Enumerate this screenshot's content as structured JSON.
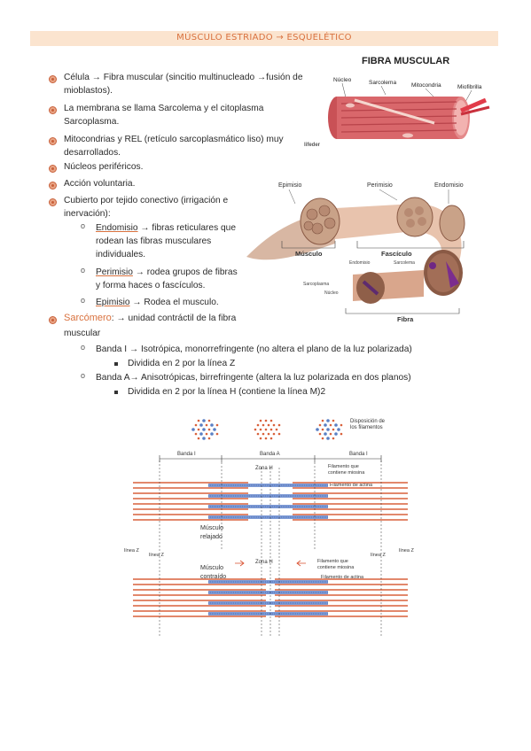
{
  "header": {
    "title": "MÚSCULO ESTRIADO → ESQUELÉTICO"
  },
  "figure1": {
    "title": "FIBRA MUSCULAR",
    "labels": {
      "nucleo": "Núcleo",
      "sarcolema": "Sarcolema",
      "mitocondria": "Mitocondria",
      "miofibrilla": "Miofibrilla",
      "credit": "lifeder"
    }
  },
  "figure2": {
    "labels": {
      "epimisio": "Epimisio",
      "perimisio": "Perimisio",
      "endomisio": "Endomisio",
      "musculo": "Músculo",
      "fasciculo": "Fascículo",
      "fibra": "Fibra",
      "endomisio_small": "Endomisio",
      "sarcolema_small": "Sarcolema",
      "sarcoplasma": "Sarcoplasma",
      "nucleo": "Núcleo"
    }
  },
  "bullets": {
    "b1_l1": "Célula → Fibra muscular (sincitio multinucleado →fusión de",
    "b1_l2": "mioblastos).",
    "b2_l1": "La membrana se llama Sarcolema y el citoplasma",
    "b2_l2": "Sarcoplasma.",
    "b3_l1": "Mitocondrias y REL (retículo sarcoplasmático liso) muy",
    "b3_l2": "desarrollados.",
    "b4": "Núcleos periféricos.",
    "b5": "Acción voluntaria.",
    "b6_l1": "Cubierto por tejido conectivo (irrigación e",
    "b6_l2": "inervación):",
    "s1_term": "Endomisio",
    "s1_l1": " → fibras reticulares que",
    "s1_l2": "rodean las fibras musculares",
    "s1_l3": "individuales.",
    "s2_term": "Perimisio",
    "s2_l1": " → rodea grupos de fibras",
    "s2_l2": "y forma haces o fascículos.",
    "s3_term": "Epimisio",
    "s3_l1": " → Rodea el musculo.",
    "sarc_term": "Sarcómero",
    "sarc_l1": ": → unidad contráctil de la fibra",
    "sarc_l2": "muscular",
    "bandI": "Banda I → Isotrópica, monorrefringente (no altera el plano de la luz polarizada)",
    "bandI_sub": "Dividida en 2 por la línea Z",
    "bandA": "Banda A→ Anisotrópicas, birrefringente (altera la luz polarizada en dos planos)",
    "bandA_sub": "Dividida en 2 por la línea H (contiene la línea M)2"
  },
  "figure3": {
    "labels": {
      "disposicion_l1": "Disposición de",
      "disposicion_l2": "los filamentos",
      "bandaI_left": "Banda I",
      "bandaA": "Banda A",
      "bandaI_right": "Banda I",
      "zonaH": "Zona H",
      "miosina_l1": "Filamento que",
      "miosina_l2": "contiene miosina",
      "actina": "Filamento de actina",
      "relajado_l1": "Músculo",
      "relajado_l2": "relajado",
      "lineaZ_left": "línea Z",
      "lineaZ_left2": "línea Z",
      "lineaZ_right": "línea Z",
      "lineaZ_right2": "línea Z",
      "contraido_l1": "Músculo",
      "contraido_l2": "contraído",
      "zonaH2": "Zona H",
      "miosina2_l1": "Filamento que",
      "miosina2_l2": "contiene miosina",
      "actina2": "Filamento de actina"
    }
  }
}
